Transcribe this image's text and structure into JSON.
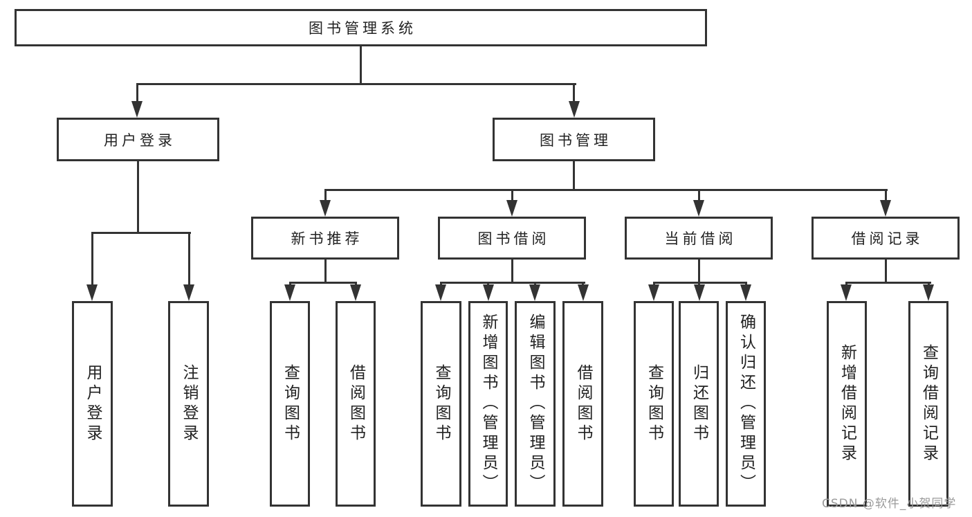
{
  "tree": {
    "root": {
      "label": "图书管理系统",
      "children": [
        {
          "label": "用户登录",
          "children": [
            {
              "label": "用户登录"
            },
            {
              "label": "注销登录"
            }
          ]
        },
        {
          "label": "图书管理",
          "children": [
            {
              "label": "新书推荐",
              "children": [
                {
                  "label": "查询图书"
                },
                {
                  "label": "借阅图书"
                }
              ]
            },
            {
              "label": "图书借阅",
              "children": [
                {
                  "label": "查询图书"
                },
                {
                  "label": "新增图书（管理员）"
                },
                {
                  "label": "编辑图书（管理员）"
                },
                {
                  "label": "借阅图书"
                }
              ]
            },
            {
              "label": "当前借阅",
              "children": [
                {
                  "label": "查询图书"
                },
                {
                  "label": "归还图书"
                },
                {
                  "label": "确认归还（管理员）"
                }
              ]
            },
            {
              "label": "借阅记录",
              "children": [
                {
                  "label": "新增借阅记录"
                },
                {
                  "label": "查询借阅记录"
                }
              ]
            }
          ]
        }
      ]
    }
  },
  "watermark": {
    "text": "CSDN @软件_小贺同学"
  },
  "colors": {
    "line": "#333333",
    "text": "#222222",
    "background": "#ffffff",
    "watermark": "#9a9a9a"
  }
}
